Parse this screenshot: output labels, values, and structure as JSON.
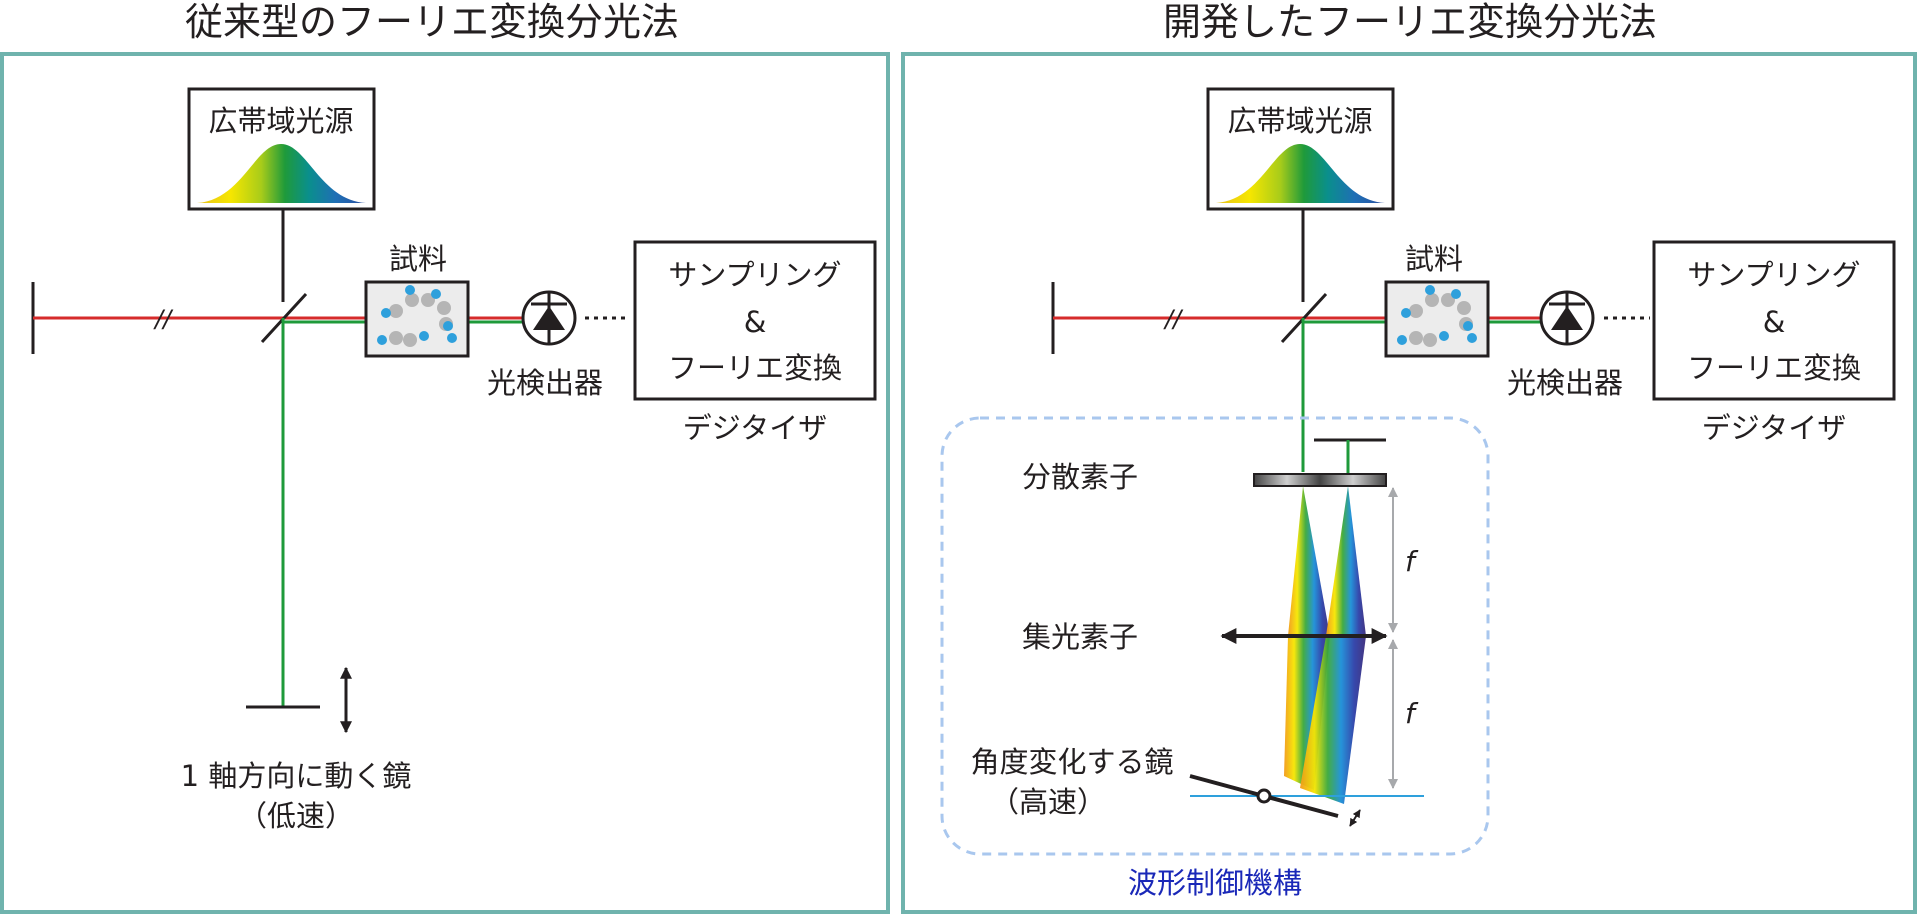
{
  "colors": {
    "panel_border": "#6fb3ad",
    "beam_red": "#d62b2b",
    "beam_green": "#1e9a3a",
    "dashed_box": "#a9c7ee",
    "mechanism_label": "#1a28b8",
    "guide_gray": "#a7a9ac",
    "sample_blue": "#2ea0dc",
    "sample_gray": "#b5b5b5"
  },
  "left_panel": {
    "title": "従来型のフーリエ変換分光法",
    "source_label": "広帯域光源",
    "sample_label": "試料",
    "detector_label": "光検出器",
    "digitizer_line1": "サンプリング",
    "digitizer_line2": "&",
    "digitizer_line3": "フーリエ変換",
    "digitizer_caption": "デジタイザ",
    "mirror_label_line1": "1 軸方向に動く鏡",
    "mirror_label_line2": "（低速）"
  },
  "right_panel": {
    "title": "開発したフーリエ変換分光法",
    "source_label": "広帯域光源",
    "sample_label": "試料",
    "detector_label": "光検出器",
    "digitizer_line1": "サンプリング",
    "digitizer_line2": "&",
    "digitizer_line3": "フーリエ変換",
    "digitizer_caption": "デジタイザ",
    "dispersive_label": "分散素子",
    "focusing_label": "集光素子",
    "focal_upper": "f",
    "focal_lower": "f",
    "tilt_mirror_line1": "角度変化する鏡",
    "tilt_mirror_line2": "（高速）",
    "mechanism_label": "波形制御機構"
  }
}
